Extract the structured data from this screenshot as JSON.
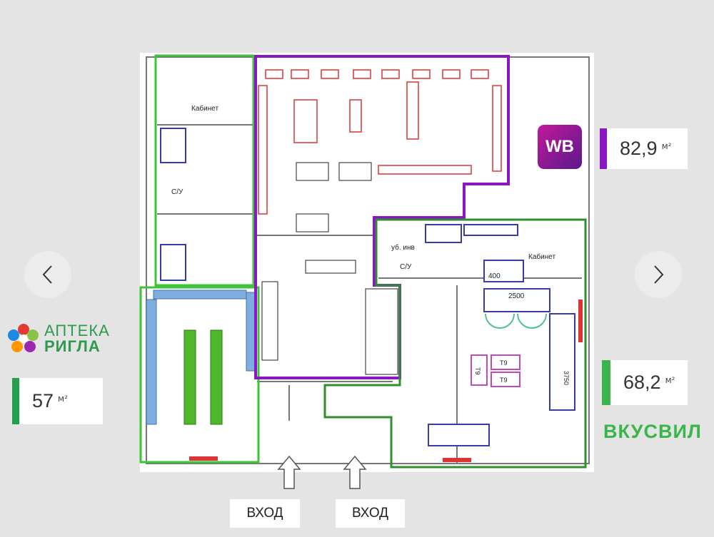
{
  "carousel": {
    "prev_label": "previous",
    "next_label": "next"
  },
  "tenants": {
    "pharmacy": {
      "logo_line1": "АПТЕКА",
      "logo_line2": "РИГЛА",
      "area_value": "57",
      "area_unit": "м²",
      "color": "#22a04b"
    },
    "wb": {
      "logo_text": "WB",
      "area_value": "82,9",
      "area_unit": "м²",
      "color": "#8a16c4"
    },
    "vkusvill": {
      "logo_text": "ВКУСВИЛ",
      "area_value": "68,2",
      "area_unit": "м²",
      "color": "#3ab54a"
    }
  },
  "plan": {
    "labels": {
      "office_left": "Кабинет",
      "wc_left": "С/У",
      "office_right": "Кабинет",
      "wc_right": "С/У",
      "wc_disabled": "уб. инв",
      "dim_2500": "2500",
      "dim_400": "400",
      "dim_3750": "3750",
      "t9_a": "Т9",
      "t9_b": "Т9",
      "t9_c": "Т9"
    },
    "entrances": [
      "ВХОД",
      "ВХОД"
    ]
  }
}
